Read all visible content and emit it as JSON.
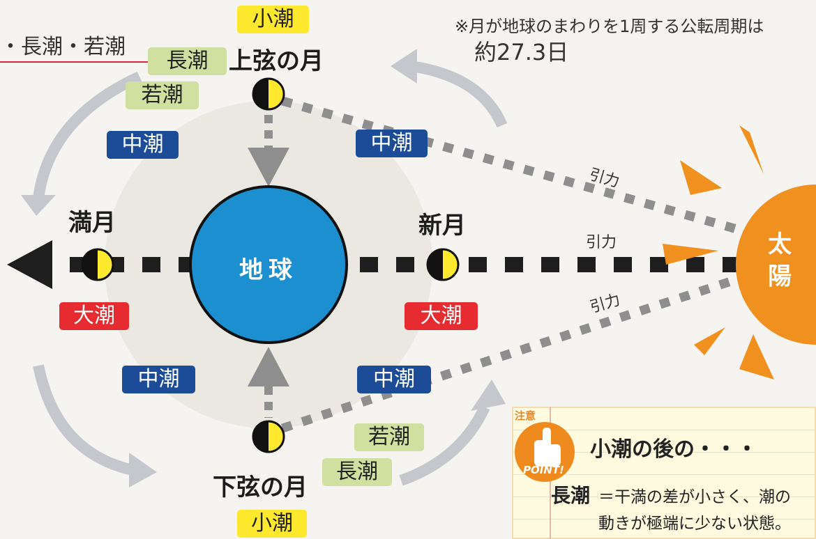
{
  "top_left_text": "・長潮・若潮",
  "period_note_line1": "※月が地球のまわりを1周する公転周期は",
  "period_note_line2": "約27.3日",
  "earth": "地球",
  "sun": "太陽",
  "moon_phases": {
    "first_quarter": "上弦の月",
    "full": "満月",
    "new": "新月",
    "last_quarter": "下弦の月"
  },
  "tides": {
    "neap_top": "小潮",
    "long_top": "長潮",
    "young_top": "若潮",
    "medium_top_left": "中潮",
    "medium_top_right": "中潮",
    "spring_left": "大潮",
    "spring_right": "大潮",
    "medium_bottom_left": "中潮",
    "medium_bottom_right": "中潮",
    "young_bottom": "若潮",
    "long_bottom": "長潮",
    "neap_bottom": "小潮"
  },
  "force_labels": [
    "引力",
    "引力",
    "引力"
  ],
  "note": {
    "caution": "注意",
    "point": "POINT!",
    "title": "小潮の後の・・・",
    "term": "長潮",
    "text_line1": "＝干満の差が小さく、潮の",
    "text_line2": "動きが極端に少ない状態。"
  },
  "colors": {
    "earth": "#1b8fd0",
    "sun": "#f0901e",
    "neap": "#ffe92e",
    "long_young": "#cfe0a1",
    "medium": "#1c4b97",
    "spring": "#e62b31"
  }
}
